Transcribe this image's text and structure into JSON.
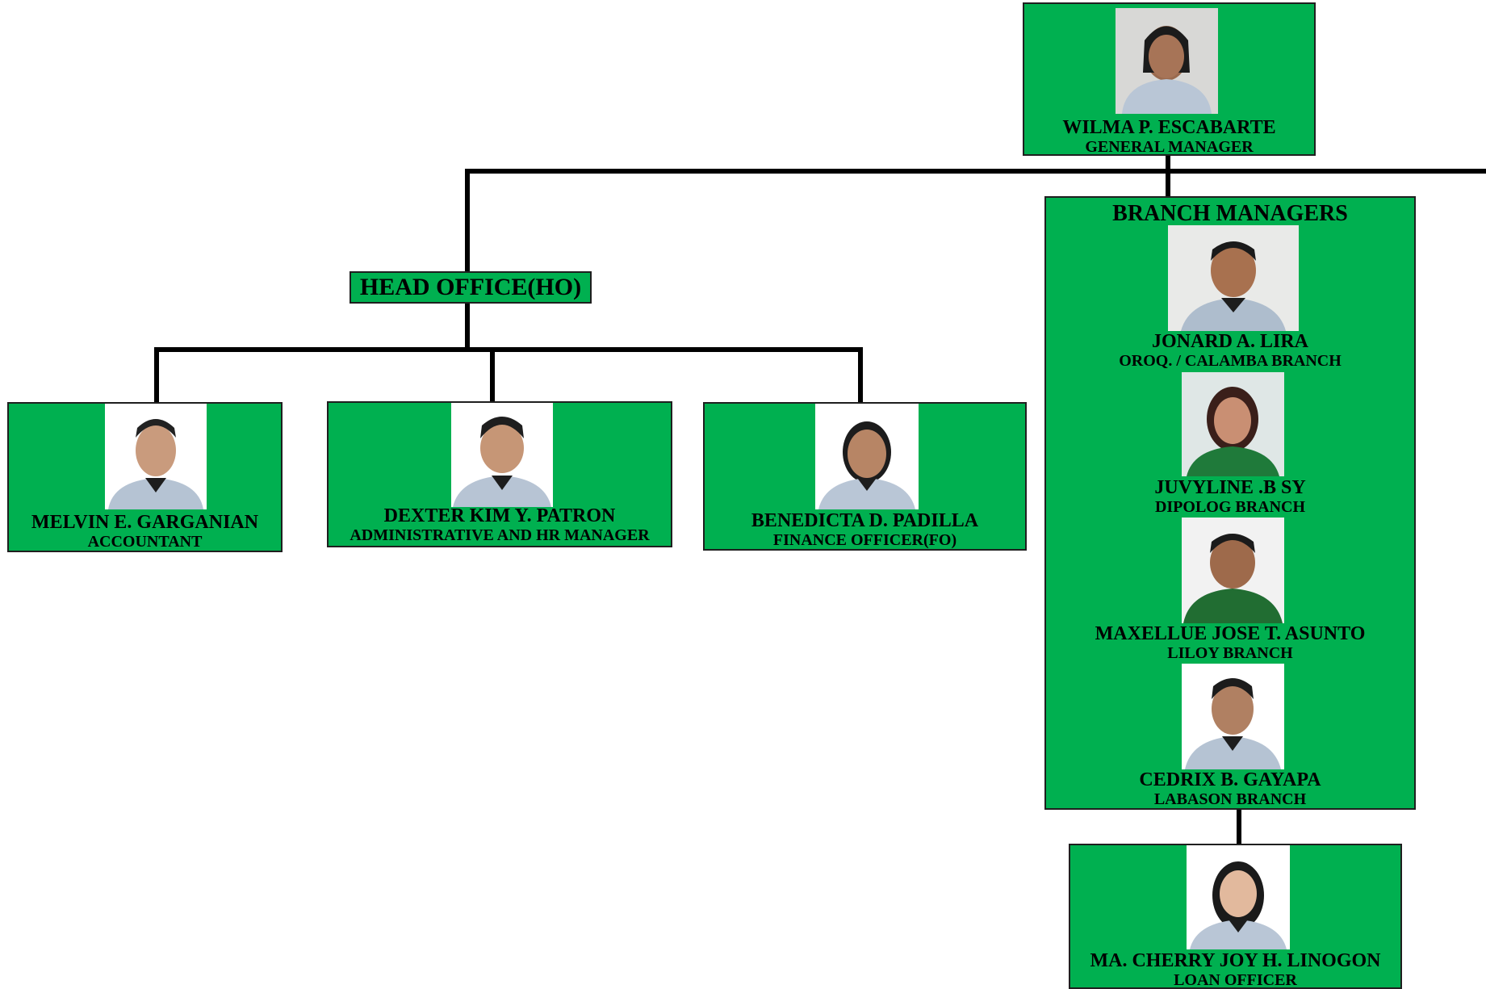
{
  "colors": {
    "box_fill": "#00b050",
    "connector": "#000000"
  },
  "general_manager": {
    "name": "WILMA P. ESCABARTE",
    "role": "GENERAL MANAGER"
  },
  "head_office": {
    "title": "HEAD OFFICE(HO)"
  },
  "ho_staff": [
    {
      "name": "MELVIN E. GARGANIAN",
      "role": "ACCOUNTANT"
    },
    {
      "name": "DEXTER KIM Y. PATRON",
      "role": "ADMINISTRATIVE AND HR MANAGER"
    },
    {
      "name": "BENEDICTA D. PADILLA",
      "role": "FINANCE OFFICER(FO)"
    }
  ],
  "branch_managers": {
    "title": "BRANCH MANAGERS",
    "people": [
      {
        "name": "JONARD A. LIRA",
        "role": "OROQ. / CALAMBA BRANCH"
      },
      {
        "name": "JUVYLINE .B SY",
        "role": "DIPOLOG BRANCH"
      },
      {
        "name": "MAXELLUE JOSE T. ASUNTO",
        "role": "LILOY BRANCH"
      },
      {
        "name": "CEDRIX B. GAYAPA",
        "role": "LABASON BRANCH"
      }
    ]
  },
  "loan_officer": {
    "name": "MA. CHERRY JOY H. LINOGON",
    "role": "LOAN OFFICER"
  }
}
